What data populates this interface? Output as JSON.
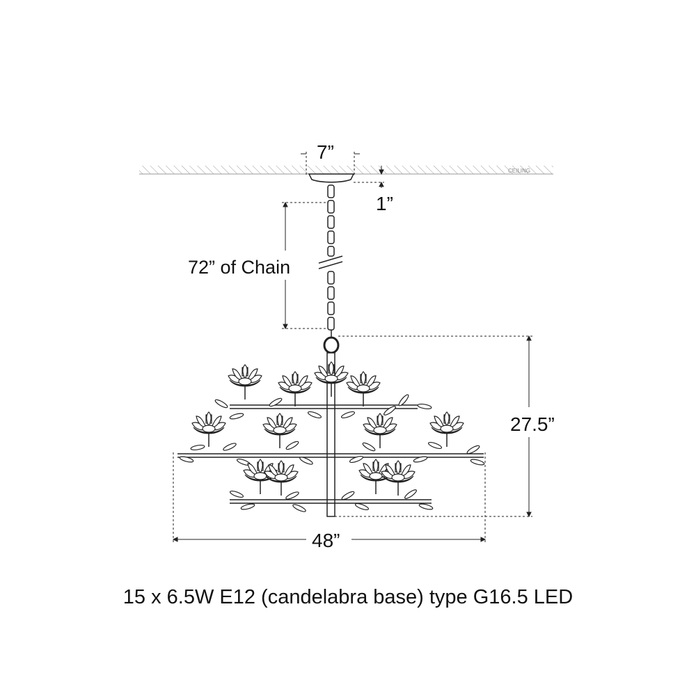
{
  "diagram": {
    "ceiling_label": "CEILING",
    "canopy_width": "7”",
    "canopy_height": "1”",
    "chain_length": "72” of Chain",
    "fixture_height": "27.5”",
    "fixture_width": "48”"
  },
  "spec": {
    "text": "15 x 6.5W E12 (candelabra base) type G16.5 LED"
  }
}
